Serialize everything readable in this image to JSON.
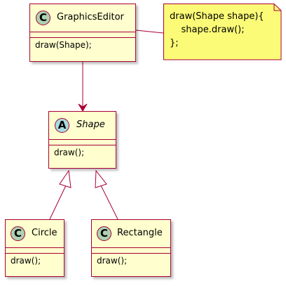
{
  "note": {
    "lines": [
      "draw(Shape shape){",
      "    shape.draw();",
      "};"
    ]
  },
  "classes": {
    "graphics_editor": {
      "stereotype": "C",
      "name": "GraphicsEditor",
      "method": "draw(Shape);"
    },
    "shape": {
      "stereotype": "A",
      "name": "Shape",
      "method": "draw();"
    },
    "circle": {
      "stereotype": "C",
      "name": "Circle",
      "method": "draw();"
    },
    "rectangle": {
      "stereotype": "C",
      "name": "Rectangle",
      "method": "draw();"
    }
  },
  "colors": {
    "class_fill": "#FEFECE",
    "border": "#A80036",
    "class_badge": "#ADD1B2",
    "abstract_badge": "#A9DCDF",
    "note_fill": "#FBFB77"
  }
}
